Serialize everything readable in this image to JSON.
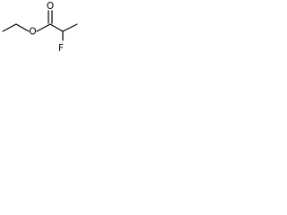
{
  "molecule": {
    "atoms": {
      "ester_oxygen": "O",
      "carbonyl_oxygen": "O",
      "fluorine": "F"
    },
    "colors": {
      "bond": "#000000",
      "label": "#000000",
      "background": "#ffffff"
    }
  }
}
